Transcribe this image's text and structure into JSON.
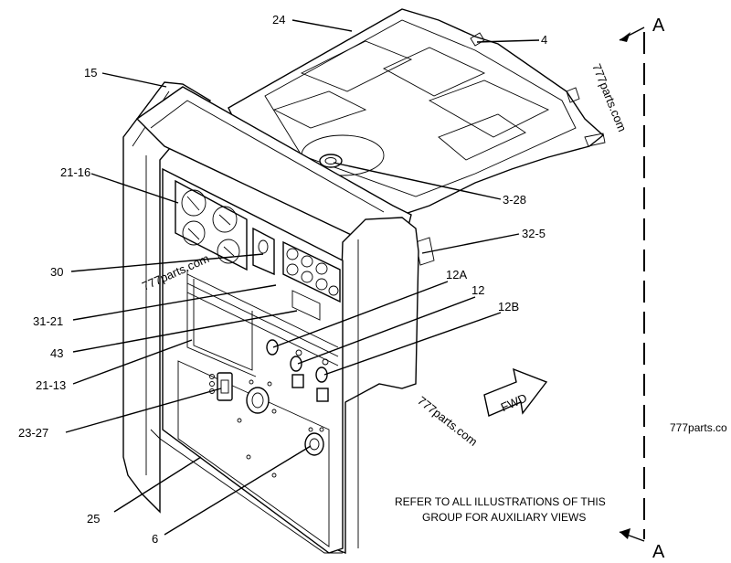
{
  "callouts": {
    "c24": "24",
    "c4": "4",
    "c15": "15",
    "c21_16": "21-16",
    "c3_28": "3-28",
    "c32_5": "32-5",
    "c30": "30",
    "c12A": "12A",
    "c12": "12",
    "c12B": "12B",
    "c31_21": "31-21",
    "c43": "43",
    "c21_13": "21-13",
    "c23_27": "23-27",
    "c25": "25",
    "c6": "6"
  },
  "section": {
    "top": "A",
    "bottom": "A"
  },
  "fwd_label": "FWD",
  "watermarks": {
    "right_vertical": "777parts.com",
    "left_diag": "777parts.com",
    "bottom_diag": "777parts.com",
    "edge": "777parts.co"
  },
  "note": {
    "line1": "REFER TO ALL ILLUSTRATIONS OF THIS",
    "line2": "GROUP FOR AUXILIARY VIEWS"
  }
}
